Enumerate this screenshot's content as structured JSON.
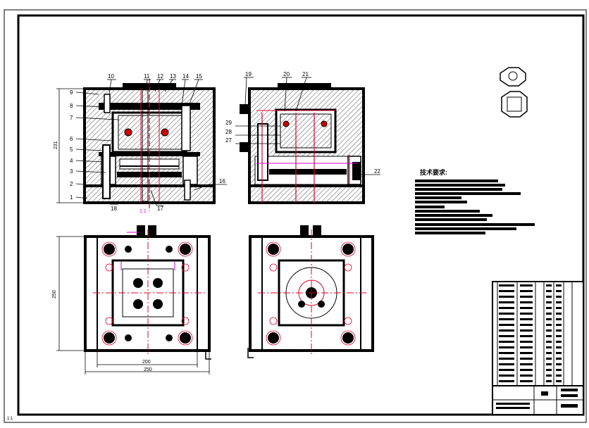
{
  "drawing": {
    "title_block_text": "",
    "tech_requirements_title": "技术要求:",
    "part_numbers_section": [
      "1",
      "2",
      "3",
      "4",
      "5",
      "6",
      "7",
      "8",
      "9"
    ],
    "part_numbers_top_left": [
      "10",
      "11",
      "12",
      "13",
      "14",
      "15"
    ],
    "part_numbers_bottom_left": [
      "18",
      "17"
    ],
    "part_number_16": "16",
    "part_numbers_top_right": [
      "19",
      "20",
      "21"
    ],
    "part_numbers_right_side": [
      "29",
      "28",
      "27"
    ],
    "part_number_22": "22",
    "dim_height_section": "231",
    "dim_height_plan": "250",
    "dim_width_inner": "200",
    "dim_width_outer": "250",
    "corner_mark": "1:1"
  },
  "colors": {
    "line": "#000000",
    "center": "#e0002a",
    "accent": "#d000d0",
    "hatch": "#7a7a7a"
  }
}
